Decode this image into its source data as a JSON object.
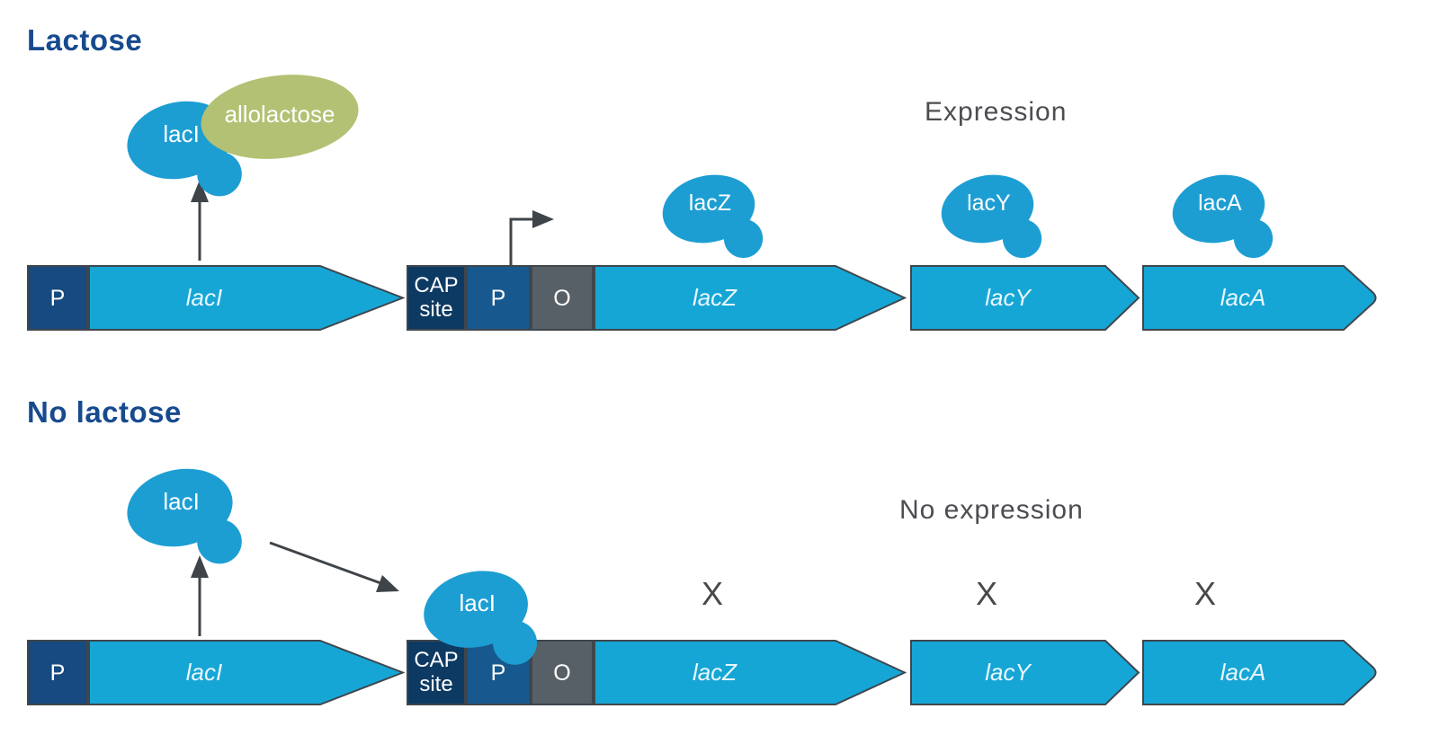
{
  "colors": {
    "heading": "#174a8e",
    "gene_fill": "#16a6d6",
    "blob_fill": "#1d9ed3",
    "inducer_fill": "#b2c173",
    "promoter_laci_fill": "#164a80",
    "cap_site_fill": "#0d3a63",
    "promoter_fill": "#17598f",
    "operator_fill": "#586067",
    "outline": "#3f464c",
    "muted_text": "#4c4d51"
  },
  "lactose": {
    "heading": "Lactose",
    "status": "Expression",
    "repressor": "lacI",
    "inducer": "allolactose",
    "proteins": [
      "lacZ",
      "lacY",
      "lacA"
    ]
  },
  "no_lactose": {
    "heading": "No lactose",
    "status": "No expression",
    "repressor": "lacI",
    "bound_repressor": "lacI",
    "x": "X"
  },
  "track": {
    "promoter_laci": "P",
    "laci": "lacI",
    "cap_line1": "CAP",
    "cap_line2": "site",
    "promoter": "P",
    "operator": "O",
    "genes": [
      "lacZ",
      "lacY",
      "lacA"
    ]
  }
}
